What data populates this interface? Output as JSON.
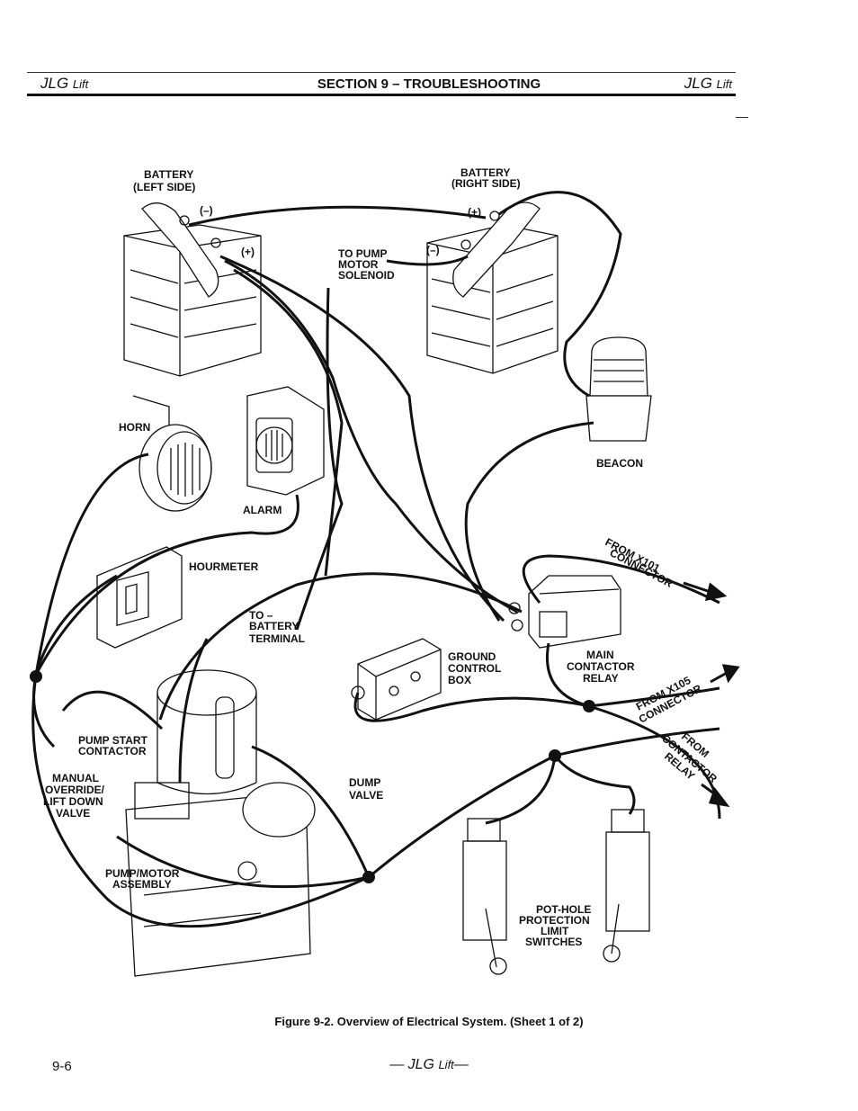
{
  "header": {
    "left_brand": "JLG",
    "left_sub": "Lift",
    "section": "SECTION 9 – TROUBLESHOOTING",
    "right_brand": "JLG",
    "right_sub": "Lift"
  },
  "labels": {
    "battery_left_1": "BATTERY",
    "battery_left_2": "(LEFT SIDE)",
    "battery_right_1": "BATTERY",
    "battery_right_2": "(RIGHT SIDE)",
    "neg_left": "(–)",
    "pos_left": "(+)",
    "pos_right": "(+)",
    "neg_right": "(–)",
    "pump_solenoid_1": "TO PUMP",
    "pump_solenoid_2": "MOTOR",
    "pump_solenoid_3": "SOLENOID",
    "horn": "HORN",
    "alarm": "ALARM",
    "beacon": "BEACON",
    "hourmeter": "HOURMETER",
    "neg_terminal_1": "TO –",
    "neg_terminal_2": "BATTERY",
    "neg_terminal_3": "TERMINAL",
    "gcb_1": "GROUND",
    "gcb_2": "CONTROL",
    "gcb_3": "BOX",
    "mcr_1": "MAIN",
    "mcr_2": "CONTACTOR",
    "mcr_3": "RELAY",
    "from_x101_1": "FROM X101",
    "from_x101_2": "CONNECTOR",
    "from_x105_1": "FROM X105",
    "from_x105_2": "CONNECTOR",
    "from_relay_1": "FROM",
    "from_relay_2": "CONTACTOR",
    "from_relay_3": "RELAY",
    "psc_1": "PUMP START",
    "psc_2": "CONTACTOR",
    "mo_1": "MANUAL",
    "mo_2": "OVERRIDE/",
    "mo_3": "LIFT DOWN",
    "mo_4": "VALVE",
    "dump_1": "DUMP",
    "dump_2": "VALVE",
    "pm_1": "PUMP/MOTOR",
    "pm_2": "ASSEMBLY",
    "ph_1": "POT-HOLE",
    "ph_2": "PROTECTION",
    "ph_3": "LIMIT",
    "ph_4": "SWITCHES"
  },
  "caption": "Figure 9-2.  Overview of Electrical System. (Sheet 1 of 2)",
  "page_number": "9-6",
  "footer": {
    "prefix": "— ",
    "brand": "JLG",
    "sub": "Lift",
    "suffix": "—"
  }
}
